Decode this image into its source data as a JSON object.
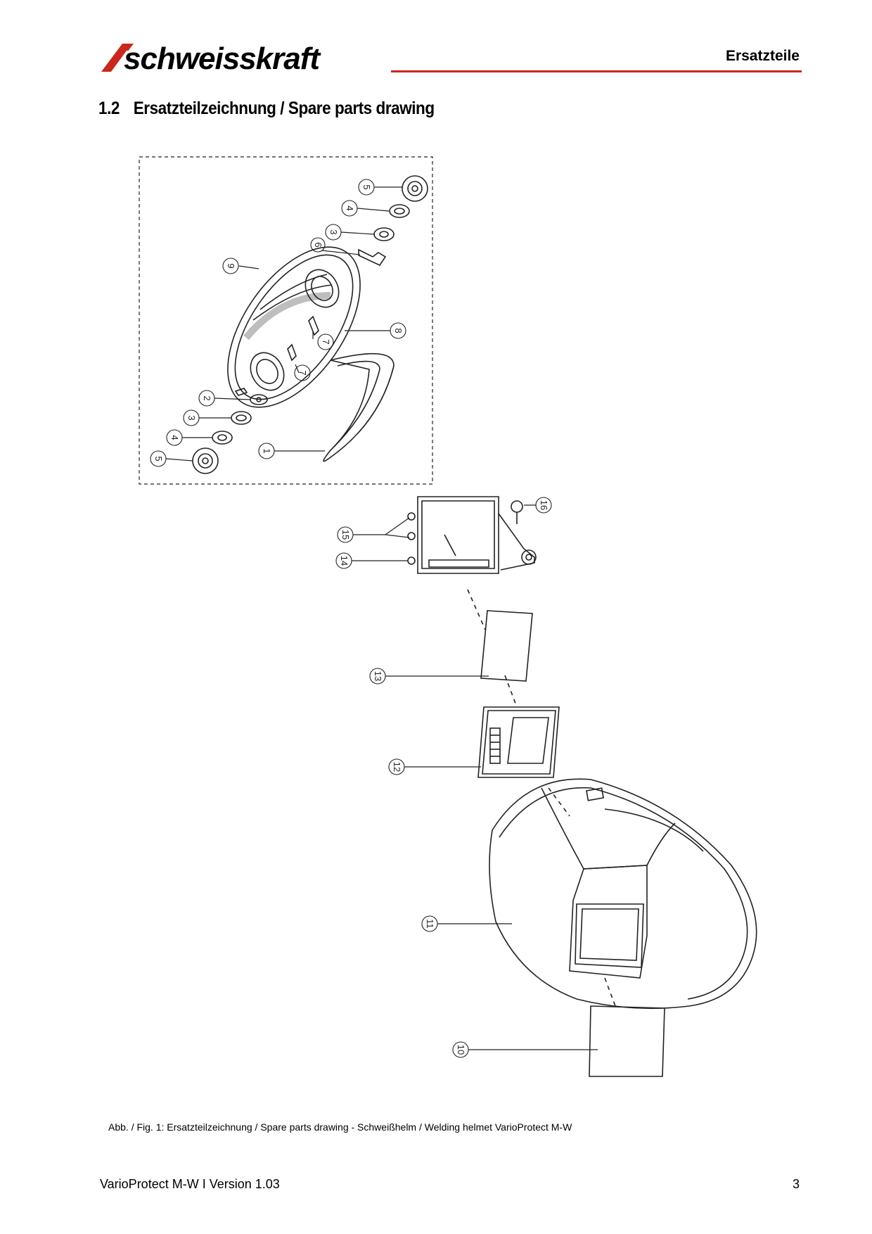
{
  "header": {
    "brand": "schweisskraft",
    "section": "Ersatzteile",
    "accent_color": "#c8281e"
  },
  "heading": {
    "number": "1.2",
    "title": "Ersatzteilzeichnung / Spare parts drawing"
  },
  "drawing": {
    "callouts": [
      "1",
      "2",
      "3",
      "4",
      "5",
      "3",
      "4",
      "5",
      "6",
      "7",
      "7",
      "8",
      "9",
      "10",
      "11",
      "12",
      "13",
      "14",
      "15",
      "16"
    ]
  },
  "caption": "Abb. / Fig. 1: Ersatzteilzeichnung  / Spare parts drawing  - Schweißhelm / Welding helmet VarioProtect M-W",
  "footer": {
    "doc": "VarioProtect M-W I Version 1.03",
    "page": "3"
  }
}
